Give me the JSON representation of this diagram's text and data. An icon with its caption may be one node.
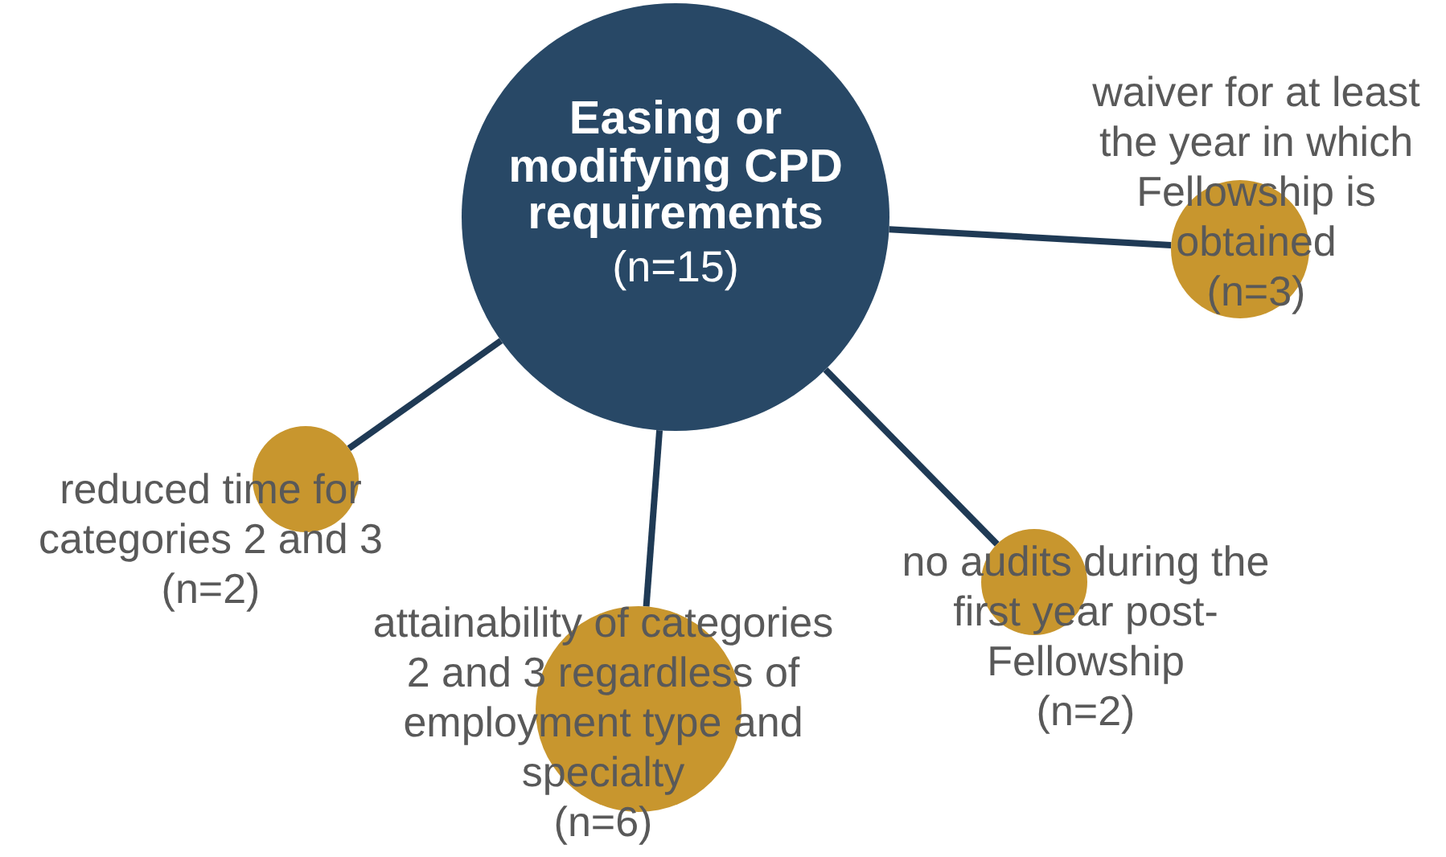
{
  "diagram": {
    "nodes": [
      {
        "text": [
          "Easing or modifying CPD requirements",
          "(n=15)"
        ]
      },
      {
        "text": [
          "waiver for at least the year in which Fellowship is obtained",
          "(n=3)"
        ]
      },
      {
        "text": [
          "reduced time for categories 2 and 3",
          "(n=2)"
        ]
      },
      {
        "text": [
          "attainability of categories 2 and 3 regardless of employment type and specialty",
          "(n=6)"
        ]
      },
      {
        "text": [
          "no audits during the first year post-Fellowship",
          "(n=2)"
        ]
      }
    ],
    "edges": [
      {
        "from": 0,
        "to": 1,
        "arrow": "none"
      },
      {
        "from": 0,
        "to": 2,
        "arrow": "none"
      },
      {
        "from": 0,
        "to": 3,
        "arrow": "none"
      },
      {
        "from": 0,
        "to": 4,
        "arrow": "none"
      }
    ]
  }
}
